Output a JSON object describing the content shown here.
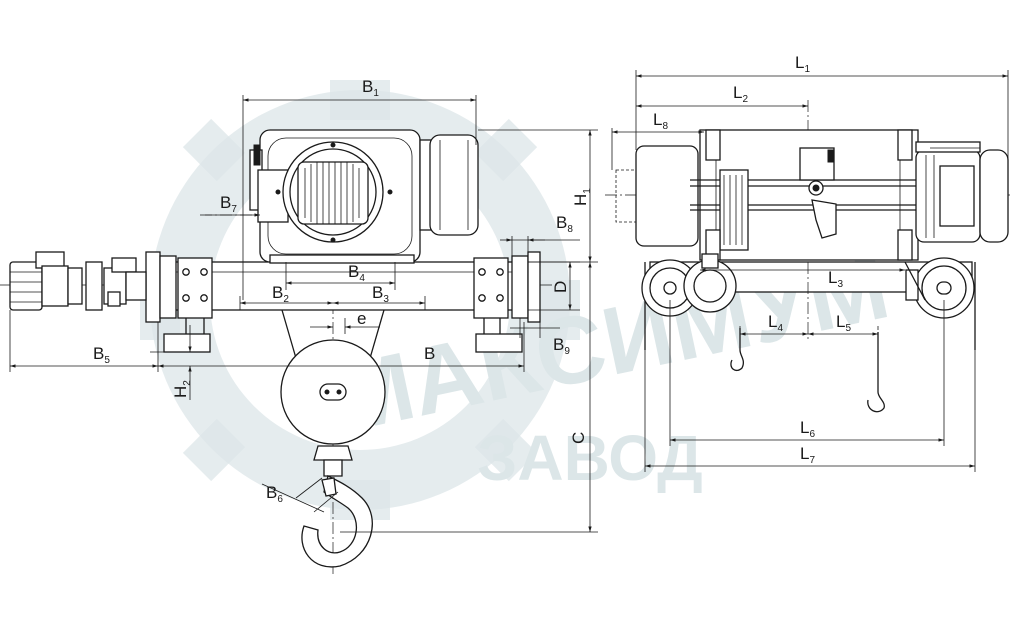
{
  "watermark": {
    "line1": "МАКСИМУМ",
    "line2": "ЗАВОД",
    "color": "#dce6e8"
  },
  "front_view": {
    "labels": {
      "B1": {
        "main": "B",
        "sub": "1"
      },
      "B2": {
        "main": "B",
        "sub": "2"
      },
      "B3": {
        "main": "B",
        "sub": "3"
      },
      "B4": {
        "main": "B",
        "sub": "4"
      },
      "B5": {
        "main": "B",
        "sub": "5"
      },
      "B6": {
        "main": "B",
        "sub": "6"
      },
      "B7": {
        "main": "B",
        "sub": "7"
      },
      "B8": {
        "main": "B",
        "sub": "8"
      },
      "B9": {
        "main": "B",
        "sub": "9"
      },
      "B": {
        "main": "B",
        "sub": ""
      },
      "e": {
        "main": "e",
        "sub": ""
      },
      "D": {
        "main": "D",
        "sub": ""
      },
      "H1": {
        "main": "H",
        "sub": "1"
      },
      "H2": {
        "main": "H",
        "sub": "2"
      },
      "C": {
        "main": "C",
        "sub": ""
      }
    }
  },
  "side_view": {
    "labels": {
      "L1": {
        "main": "L",
        "sub": "1"
      },
      "L2": {
        "main": "L",
        "sub": "2"
      },
      "L3": {
        "main": "L",
        "sub": "3"
      },
      "L4": {
        "main": "L",
        "sub": "4"
      },
      "L5": {
        "main": "L",
        "sub": "5"
      },
      "L6": {
        "main": "L",
        "sub": "6"
      },
      "L7": {
        "main": "L",
        "sub": "7"
      },
      "L8": {
        "main": "L",
        "sub": "8"
      }
    }
  }
}
